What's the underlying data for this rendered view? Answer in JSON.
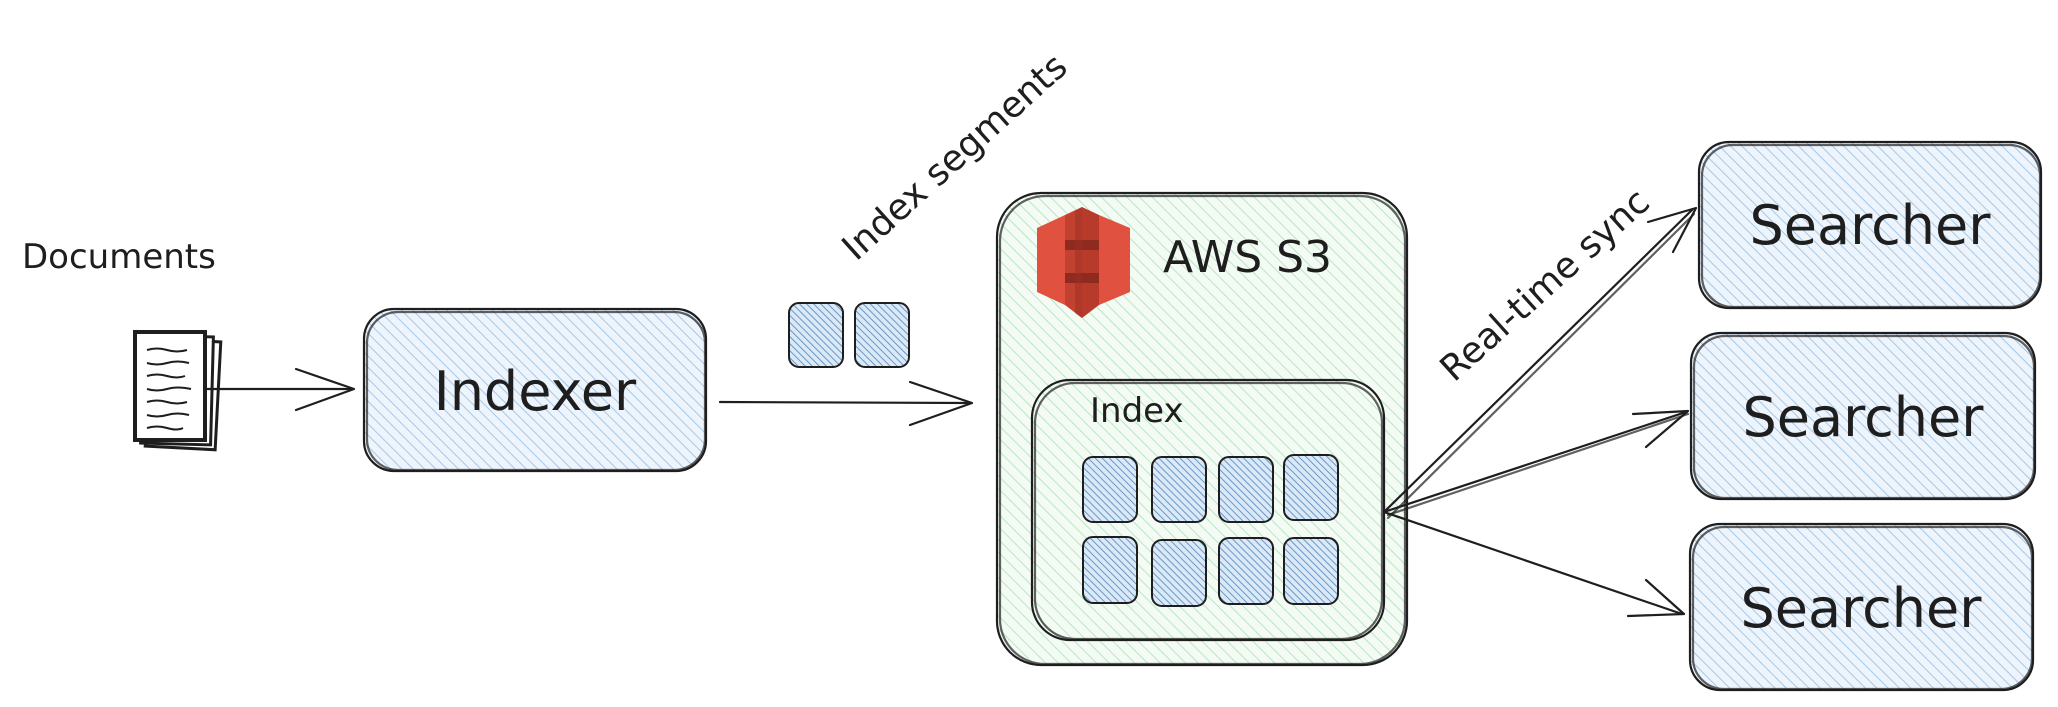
{
  "diagram": {
    "documents_label": "Documents",
    "indexer_label": "Indexer",
    "index_segments_label": "Index segments",
    "s3_label": "AWS S3",
    "index_label": "Index",
    "sync_label": "Real-time sync",
    "searchers": [
      {
        "label": "Searcher"
      },
      {
        "label": "Searcher"
      },
      {
        "label": "Searcher"
      }
    ]
  },
  "colors": {
    "stroke": "#1e1e1e",
    "blue_hatch": "#a5c8e8",
    "blue_fill": "#edf4fb",
    "green_hatch": "#b9e6c2",
    "green_fill": "#f3fbf4",
    "s3_red_light": "#e0523f",
    "s3_red_dark": "#b83a2b"
  },
  "icons": {
    "documents": "document-stack-icon",
    "s3": "aws-s3-bucket-icon"
  }
}
